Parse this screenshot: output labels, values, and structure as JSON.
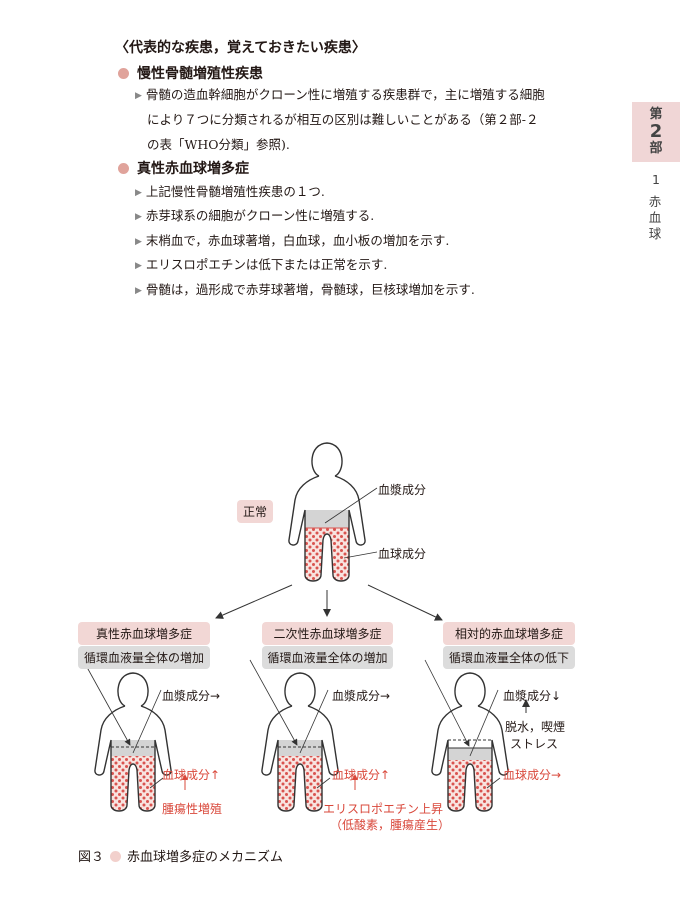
{
  "heading": "〈代表的な疾患，覚えておきたい疾患〉",
  "sections": [
    {
      "title": "慢性骨髄増殖性疾患",
      "items": [
        "骨髄の造血幹細胞がクローン性に増殖する疾患群で，主に増殖する細胞",
        "により７つに分類されるが相互の区別は難しいことがある（第２部-２",
        "の表「WHO分類」参照)."
      ]
    },
    {
      "title": "真性赤血球増多症",
      "items": [
        "上記慢性骨髄増殖性疾患の１つ.",
        "赤芽球系の細胞がクローン性に増殖する.",
        "末梢血で，赤血球著増，白血球，血小板の増加を示す.",
        "エリスロポエチンは低下または正常を示す.",
        "骨髄は，過形成で赤芽球著増，骨髄球，巨核球増加を示す."
      ]
    }
  ],
  "side_tab": {
    "part_prefix": "第",
    "part_num": "2",
    "part_suffix": "部",
    "chapter_num": "1",
    "chapter_title": "赤血球"
  },
  "figure": {
    "normal_label": "正常",
    "plasma": "血漿成分",
    "cells": "血球成分",
    "panels": [
      {
        "title": "真性赤血球増多症",
        "volume": "循環血液量全体の増加",
        "plasma": "血漿成分→",
        "cells": "血球成分↑",
        "cause": "腫瘍性増殖"
      },
      {
        "title": "二次性赤血球増多症",
        "volume": "循環血液量全体の増加",
        "plasma": "血漿成分→",
        "cells": "血球成分↑",
        "cause": "エリスロポエチン上昇",
        "cause2": "（低酸素，腫瘍産生）"
      },
      {
        "title": "相対的赤血球増多症",
        "volume": "循環血液量全体の低下",
        "plasma": "血漿成分↓",
        "cause": "脱水，喫煙",
        "cause2": "ストレス",
        "cells": "血球成分→"
      }
    ],
    "caption_num": "図３",
    "caption": "赤血球増多症のメカニズム"
  },
  "colors": {
    "accent": "#e0a39b",
    "pink_box": "#f2d7d5",
    "red_text": "#d9483b",
    "gray_box": "#dcdcdc"
  }
}
